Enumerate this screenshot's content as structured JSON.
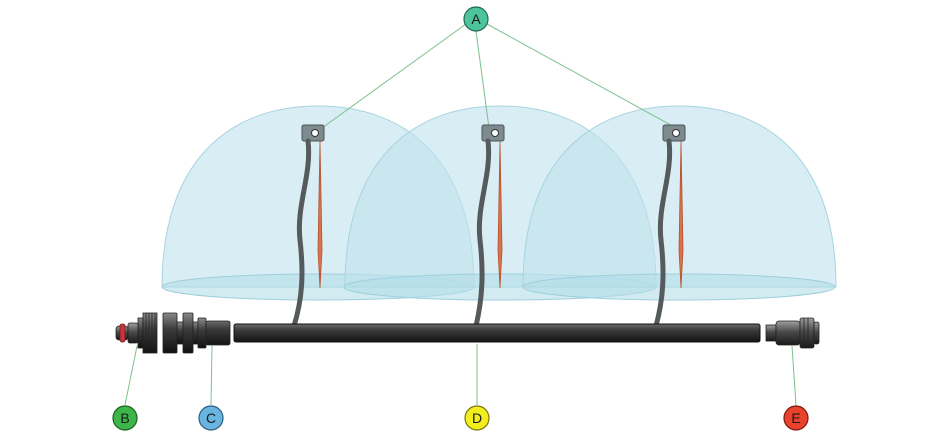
{
  "diagram": {
    "callouts": {
      "A": {
        "label": "A",
        "color": "#4dc49c"
      },
      "B": {
        "label": "B",
        "color": "#3cb64a"
      },
      "C": {
        "label": "C",
        "color": "#6ab4e0"
      },
      "D": {
        "label": "D",
        "color": "#f2ee1e"
      },
      "E": {
        "label": "E",
        "color": "#e8412c"
      }
    },
    "colors": {
      "spray_zone": "#bfe3ec",
      "spray_zone_stroke": "#9fd0dc",
      "pipe": "#2e2e2e",
      "emitter_stake": "#d9734a",
      "emitter_tube": "#555a5d",
      "leader_line": "#7cc18e"
    },
    "components": {
      "emitters": 3,
      "spray_zones": 3
    }
  }
}
